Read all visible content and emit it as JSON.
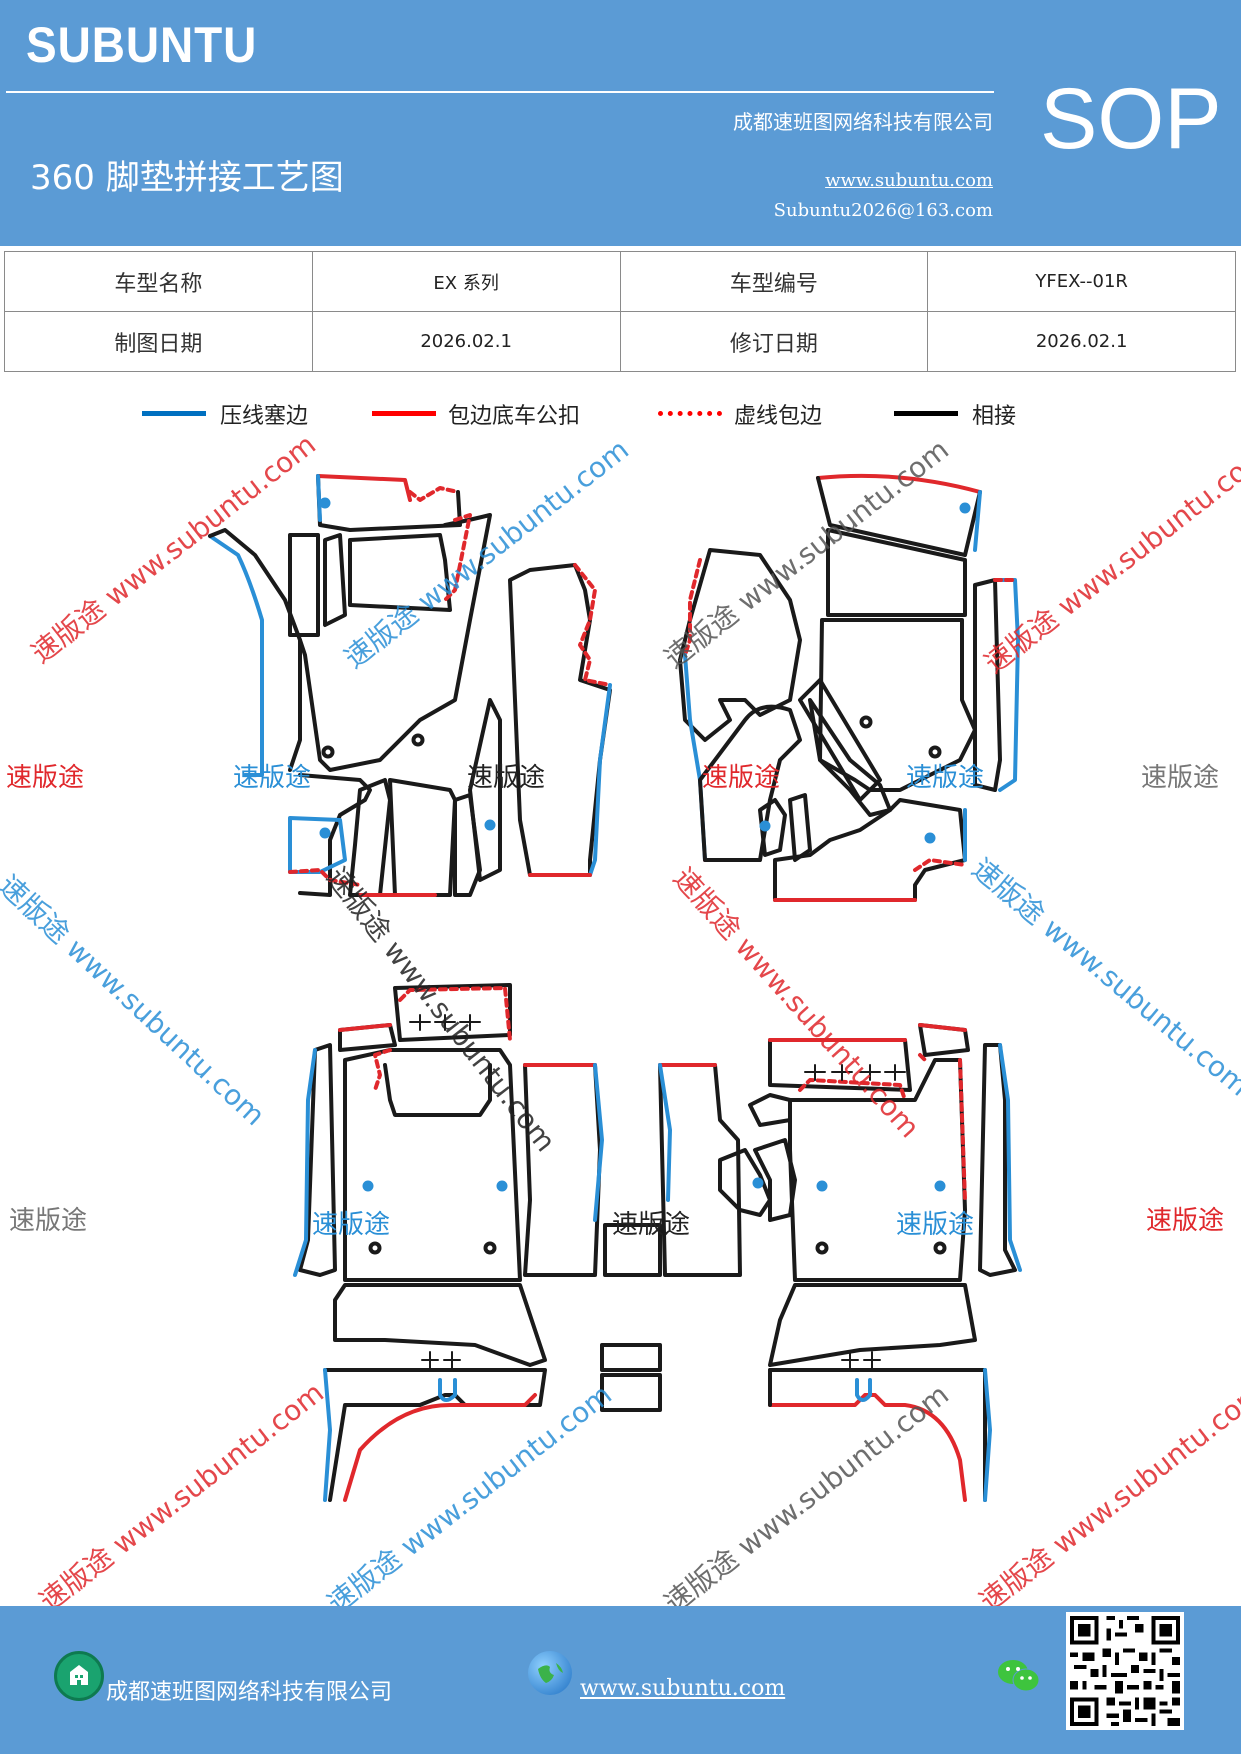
{
  "header": {
    "brand": "SUBUNTU",
    "company": "成都速班图网络科技有限公司",
    "title": "360 脚垫拼接工艺图",
    "website": "www.subuntu.com",
    "email": "Subuntu2026@163.com",
    "badge": "SOP"
  },
  "info_table": {
    "model_name_label": "车型名称",
    "model_name_value": "EX 系列",
    "model_code_label": "车型编号",
    "model_code_value": "YFEX--01R",
    "draw_date_label": "制图日期",
    "draw_date_value": "2026.02.1",
    "revise_date_label": "修订日期",
    "revise_date_value": "2026.02.1"
  },
  "legend": [
    {
      "label": "压线塞边",
      "color": "#0070c0",
      "style": "solid"
    },
    {
      "label": "包边底车公扣",
      "color": "#ff0000",
      "style": "solid"
    },
    {
      "label": "虚线包边",
      "color": "#ff0000",
      "style": "dashed"
    },
    {
      "label": "相接",
      "color": "#000000",
      "style": "solid"
    }
  ],
  "colors": {
    "header_bg": "#5b9bd5",
    "blue_edge": "#2a8fd6",
    "red_edge": "#e0282c",
    "join_line": "#1a1a1a"
  },
  "watermarks": {
    "text": "速版途",
    "text_url": "速版途 www.subuntu.com"
  },
  "footer": {
    "company": "成都速班图网络科技有限公司",
    "website": "www.subuntu.com"
  },
  "icons": {
    "company": "building-icon",
    "web": "globe-icon",
    "chat": "wechat-icon",
    "qr": "qr-code-icon"
  }
}
